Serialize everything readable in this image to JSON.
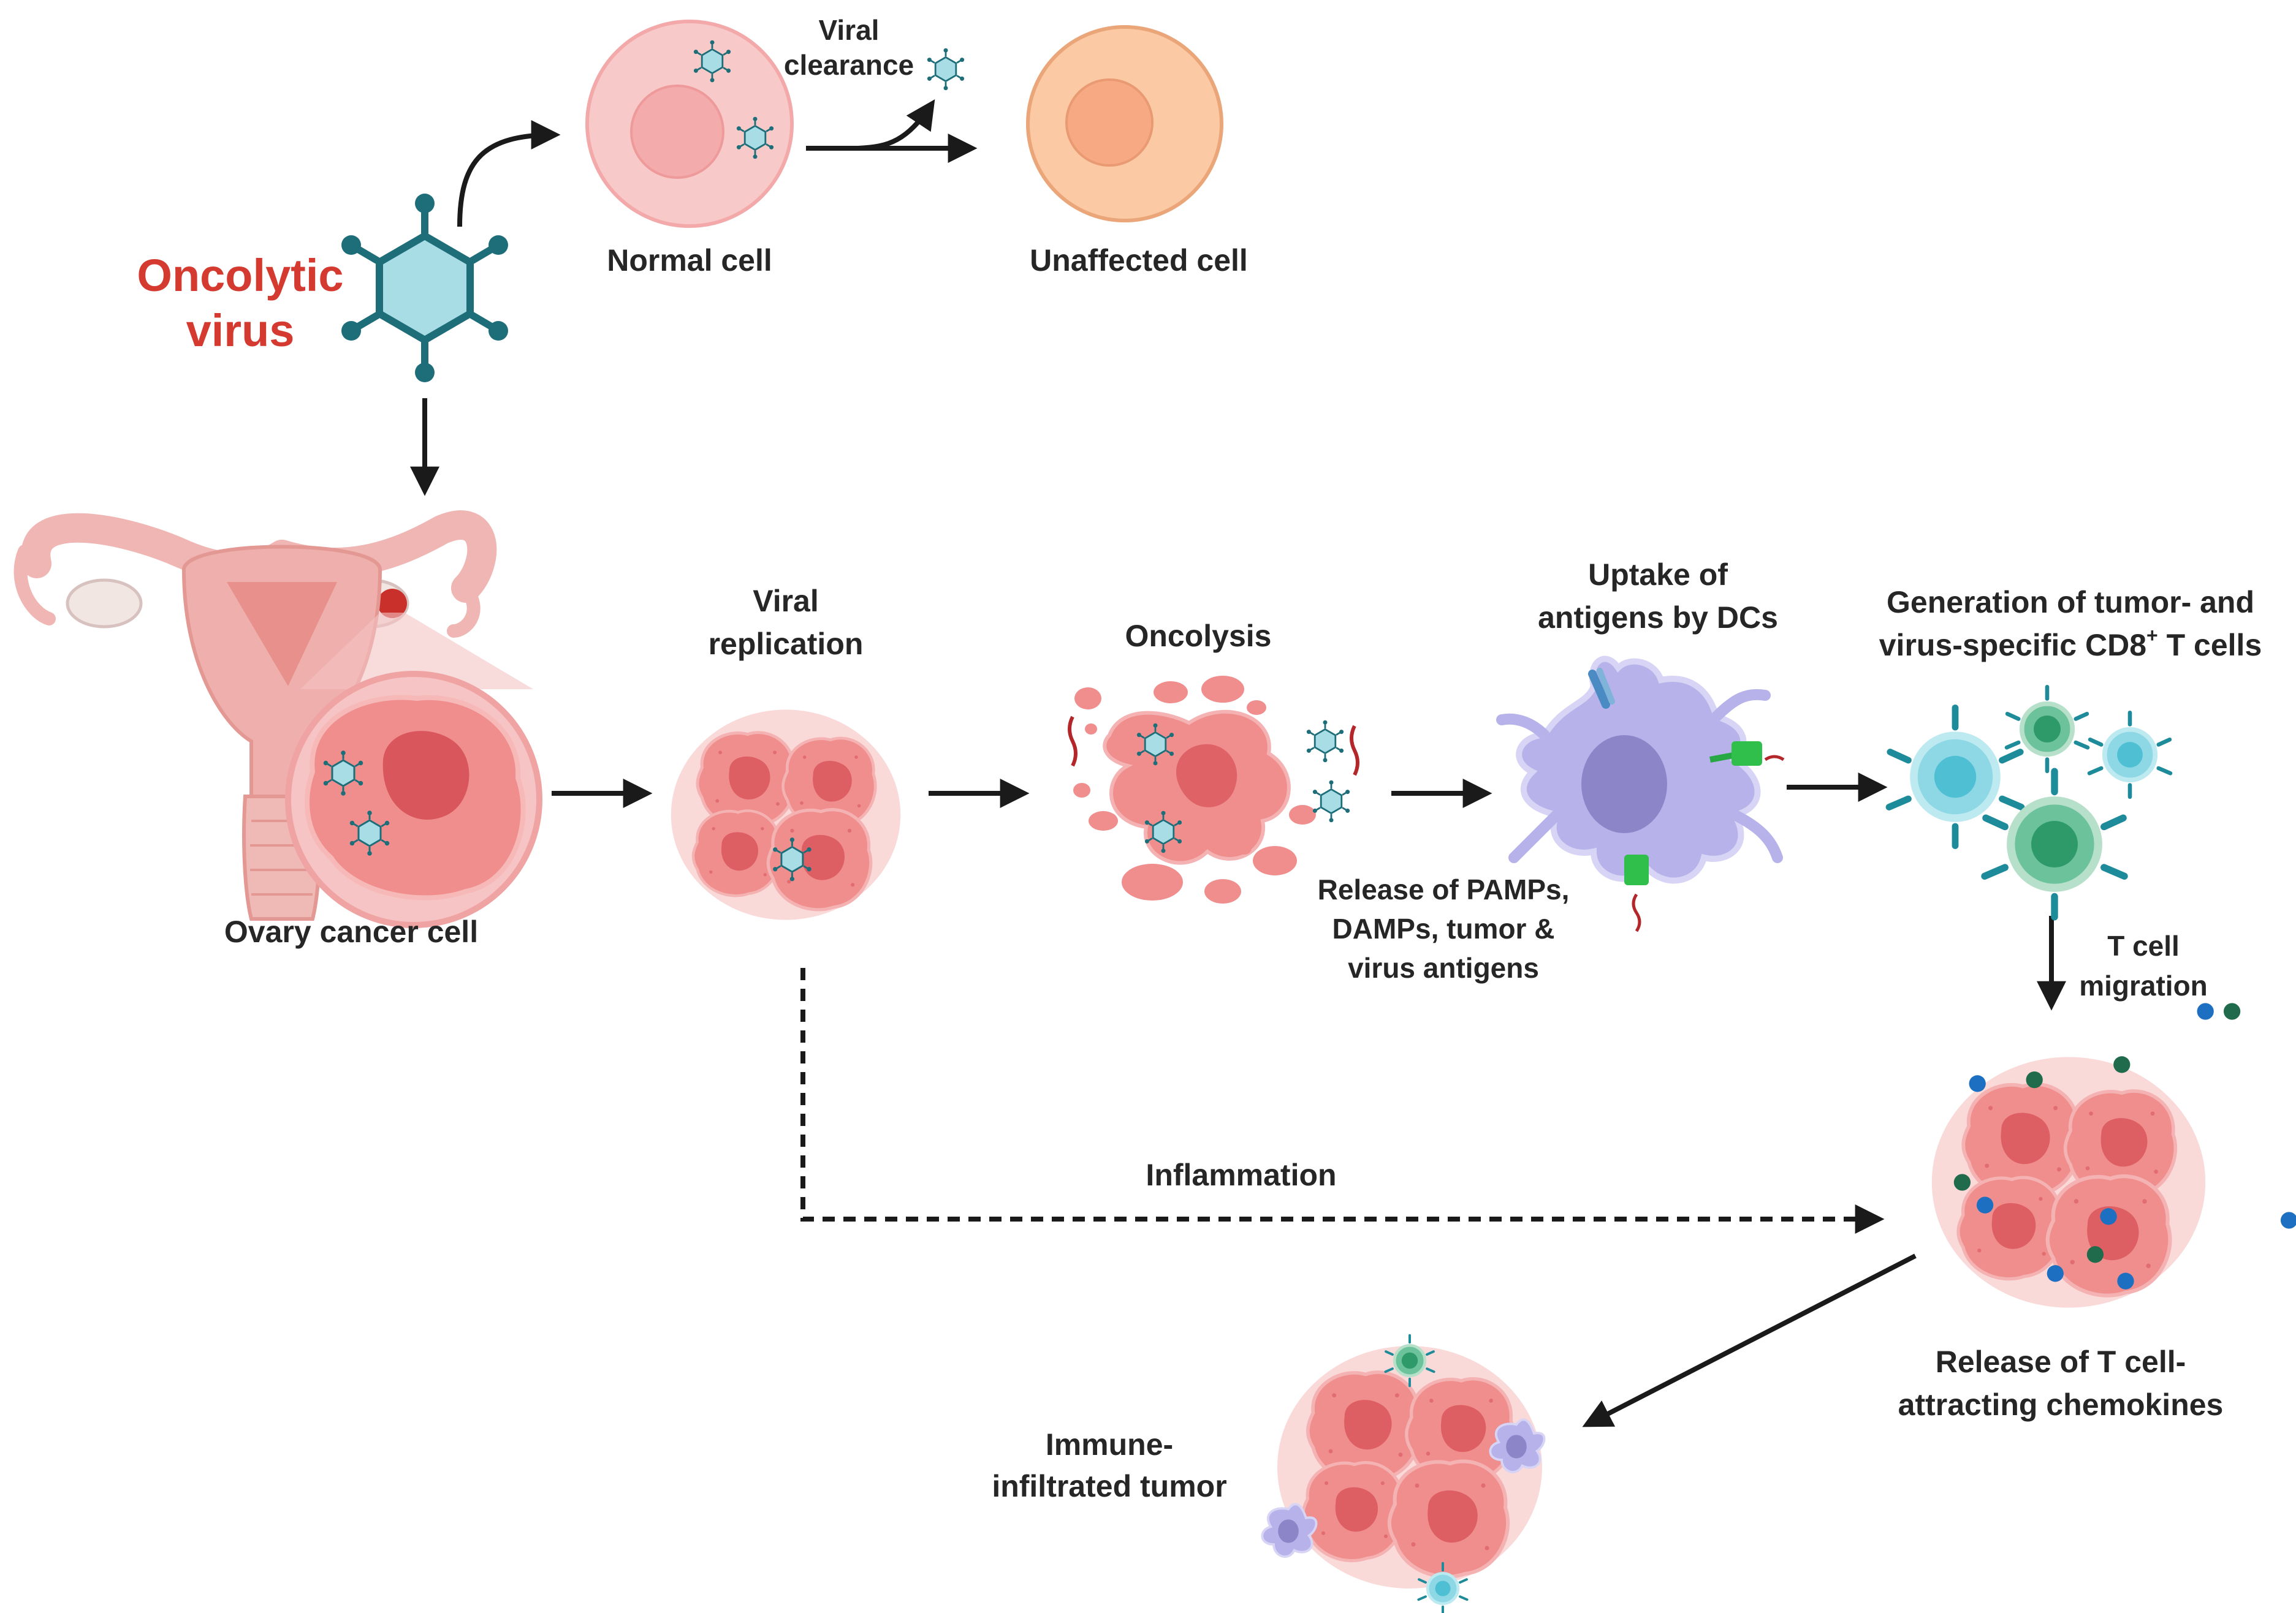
{
  "labels": {
    "oncolytic_virus_line1": "Oncolytic",
    "oncolytic_virus_line2": "virus",
    "viral_clearance_line1": "Viral",
    "viral_clearance_line2": "clearance",
    "normal_cell": "Normal cell",
    "unaffected_cell": "Unaffected cell",
    "ovary_cancer_cell": "Ovary cancer cell",
    "viral_replication_line1": "Viral",
    "viral_replication_line2": "replication",
    "oncolysis": "Oncolysis",
    "uptake_line1": "Uptake of",
    "uptake_line2": "antigens by DCs",
    "generation_line1": "Generation of tumor- and",
    "generation_line2_prefix": "virus-specific CD8",
    "generation_line2_sup": "+",
    "generation_line2_suffix": " T cells",
    "release_pamps_line1": "Release of PAMPs,",
    "release_pamps_line2": "DAMPs, tumor &",
    "release_pamps_line3": "virus antigens",
    "t_cell_migration_line1": "T cell",
    "t_cell_migration_line2": "migration",
    "inflammation": "Inflammation",
    "release_chemokines_line1": "Release of T cell-",
    "release_chemokines_line2": "attracting chemokines",
    "immune_infiltrated_line1": "Immune-",
    "immune_infiltrated_line2": "infiltrated tumor"
  },
  "colors": {
    "label_text": "#262626",
    "virus_label": "#d43a2f",
    "virus_fill": "#a9dde6",
    "virus_stroke": "#1e6e7a",
    "normal_cell": "#f8c9c9",
    "unaffected_cell": "#fbc9a4",
    "tumor_cell": "#f08e8e",
    "tumor_nucleus": "#d9575c",
    "dendritic_cell": "#b7b3ea",
    "t_cell_teal": "#8ed8e6",
    "t_cell_green": "#6cc29a",
    "chemokine_blue": "#1d6fc2",
    "chemokine_green": "#1f6b4c",
    "arrow": "#1a1a1a"
  },
  "icons": [
    "oncolytic-virus-icon",
    "normal-cell-icon",
    "unaffected-cell-icon",
    "ovary-uterus-icon",
    "ovary-cancer-cell-icon",
    "viral-replication-tumor-icon",
    "oncolysis-fragments-icon",
    "dendritic-cell-icon",
    "cd8-t-cells-icon",
    "chemokine-tumor-icon",
    "immune-infiltrated-tumor-icon"
  ]
}
